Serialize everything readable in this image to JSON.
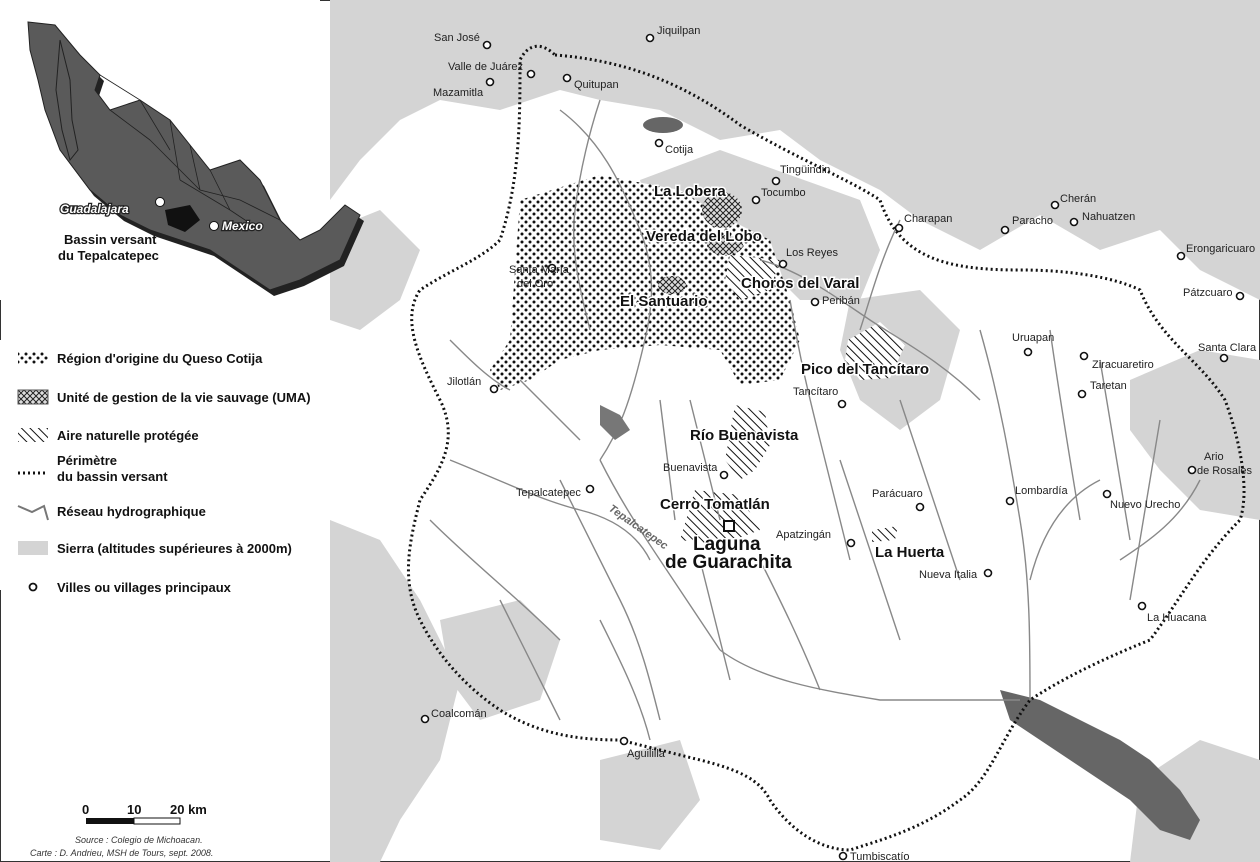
{
  "map": {
    "inset": {
      "cities": [
        "Guadalajara",
        "Mexico"
      ],
      "caption": [
        "Bassin versant",
        "du Tepalcatepec"
      ]
    },
    "legend": [
      {
        "symbol": "dots",
        "label": "Région d'origine du Queso Cotija"
      },
      {
        "symbol": "crosshatch",
        "label": "Unité de gestion de la vie sauvage (UMA)"
      },
      {
        "symbol": "hatch",
        "label": "Aire naturelle protégée"
      },
      {
        "symbol": "dotted-line",
        "label": "Périmètre",
        "label2": "du bassin versant"
      },
      {
        "symbol": "river",
        "label": "Réseau hydrographique"
      },
      {
        "symbol": "grey-fill",
        "label": "Sierra (altitudes supérieures à 2000m)"
      },
      {
        "symbol": "circle",
        "label": "Villes ou villages principaux"
      }
    ],
    "scale": {
      "ticks": [
        "0",
        "10",
        "20 km"
      ]
    },
    "source": "Source : Colegio de Michoacan.",
    "credit": "Carte : D. Andrieu, MSH de Tours, sept. 2008.",
    "river_label": "Tepalcatepec",
    "sites": [
      "La Lobera",
      "Vereda del Lobo",
      "Choros del Varal",
      "El Santuario",
      "Pico del Tancítaro",
      "Río Buenavista",
      "Cerro Tomatlán",
      "La Huerta"
    ],
    "lagoon": [
      "Laguna",
      "de Guarachita"
    ],
    "cities": [
      "San José",
      "Jiquilpan",
      "Valle de Juárez",
      "Mazamitla",
      "Quitupan",
      "Cotija",
      "Tingüindin",
      "Tocumbo",
      "Charapan",
      "Cherán",
      "Paracho",
      "Nahuatzen",
      "Erongaricuaro",
      "Pátzcuaro",
      "Los Reyes",
      "Santa María",
      "del Oro",
      "Peribán",
      "Uruapan",
      "Santa Clara",
      "Ziracuaretiro",
      "Taretan",
      "Jilotlán",
      "Tancítaro",
      "Ario",
      "de Rosales",
      "Buenavista",
      "Tepalcatepec",
      "Lombardía",
      "Nuevo Urecho",
      "Parácuaro",
      "Apatzingán",
      "Nueva Italia",
      "La Huacana",
      "Coalcomán",
      "Aguililla",
      "Tumbiscatío"
    ]
  }
}
